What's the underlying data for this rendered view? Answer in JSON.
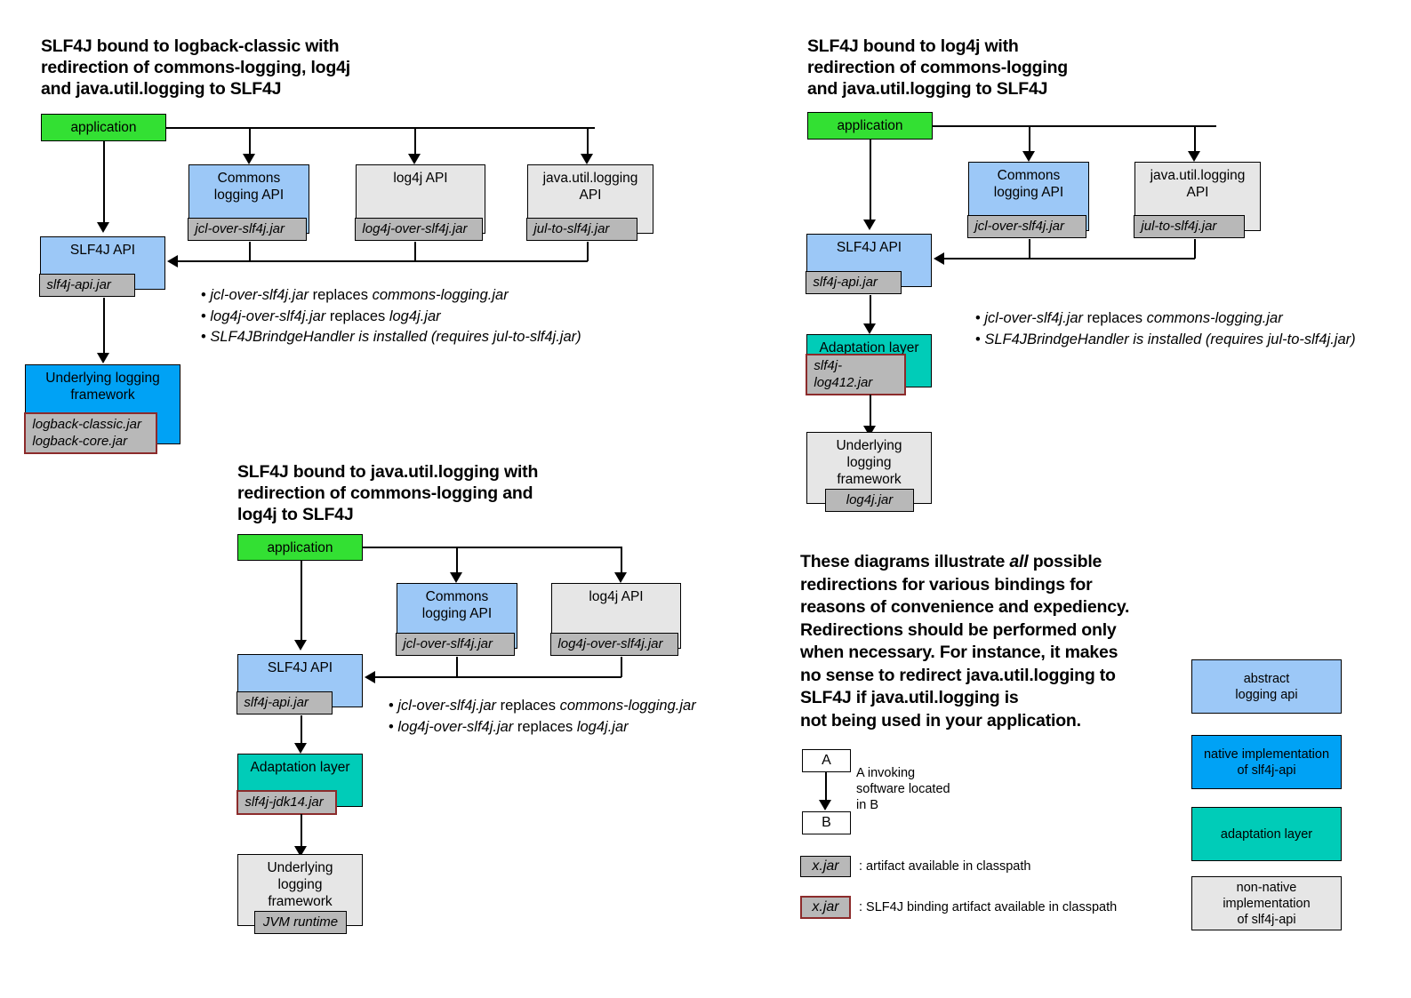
{
  "diagram1": {
    "title": "SLF4J bound to logback-classic with\nredirection of commons-logging, log4j\nand java.util.logging to SLF4J",
    "application": "application",
    "commons": {
      "label": "Commons\nlogging API",
      "jar": "jcl-over-slf4j.jar"
    },
    "log4j": {
      "label": "log4j API",
      "jar": "log4j-over-slf4j.jar"
    },
    "jul": {
      "label": "java.util.logging\nAPI",
      "jar": "jul-to-slf4j.jar"
    },
    "slf4j_api": {
      "label": "SLF4J API",
      "jar": "slf4j-api.jar"
    },
    "underlying": {
      "label": "Underlying logging\nframework",
      "jar": "logback-classic.jar\nlogback-core.jar"
    },
    "notes": [
      {
        "a": "jcl-over-slf4j.jar",
        "b": " replaces ",
        "c": "commons-logging.jar"
      },
      {
        "a": "log4j-over-slf4j.jar",
        "b": " replaces ",
        "c": "log4j.jar"
      },
      {
        "a": "SLF4JBrindgeHandler is installed (requires jul-to-slf4j.jar)",
        "b": "",
        "c": ""
      }
    ]
  },
  "diagram2": {
    "title": "SLF4J bound to log4j with\nredirection of commons-logging\nand java.util.logging to SLF4J",
    "application": "application",
    "commons": {
      "label": "Commons\nlogging API",
      "jar": "jcl-over-slf4j.jar"
    },
    "jul": {
      "label": "java.util.logging\nAPI",
      "jar": "jul-to-slf4j.jar"
    },
    "slf4j_api": {
      "label": "SLF4J API",
      "jar": "slf4j-api.jar"
    },
    "adaptation": {
      "label": "Adaptation layer",
      "jar": "slf4j-log412.jar"
    },
    "underlying": {
      "label": "Underlying\nlogging\nframework",
      "jar": "log4j.jar"
    },
    "notes": [
      {
        "a": "jcl-over-slf4j.jar",
        "b": " replaces ",
        "c": "commons-logging.jar"
      },
      {
        "a": "SLF4JBrindgeHandler is installed (requires jul-to-slf4j.jar)",
        "b": "",
        "c": ""
      }
    ]
  },
  "diagram3": {
    "title": "SLF4J bound to java.util.logging with\nredirection of commons-logging and\nlog4j to SLF4J",
    "application": "application",
    "commons": {
      "label": "Commons\nlogging API",
      "jar": "jcl-over-slf4j.jar"
    },
    "log4j": {
      "label": "log4j API",
      "jar": "log4j-over-slf4j.jar"
    },
    "slf4j_api": {
      "label": "SLF4J API",
      "jar": "slf4j-api.jar"
    },
    "adaptation": {
      "label": "Adaptation layer",
      "jar": "slf4j-jdk14.jar"
    },
    "underlying": {
      "label": "Underlying\nlogging\nframework",
      "jar": "JVM runtime"
    },
    "notes": [
      {
        "a": "jcl-over-slf4j.jar",
        "b": " replaces ",
        "c": "commons-logging.jar"
      },
      {
        "a": "log4j-over-slf4j.jar",
        "b": " replaces ",
        "c": "log4j.jar"
      }
    ]
  },
  "explanation": {
    "part1": "These diagrams illustrate ",
    "emphasis": "all",
    "part2": " possible\nredirections for various bindings for\nreasons of convenience and expediency.\nRedirections should be performed only\nwhen necessary. For instance, it makes\nno sense to redirect java.util.logging to\nSLF4J if java.util.logging is\nnot being used in your application."
  },
  "legend": {
    "box_a": "A",
    "box_b": "B",
    "arrow_caption": "A invoking\nsoftware located\nin B",
    "jar_plain": "x.jar",
    "jar_plain_caption": ": artifact available in classpath",
    "jar_binding": "x.jar",
    "jar_binding_caption": ": SLF4J binding artifact available in classpath",
    "swatches": [
      {
        "label": "abstract\nlogging api",
        "color": "#9cc8f7"
      },
      {
        "label": "native implementation\nof slf4j-api",
        "color": "#00a2f5"
      },
      {
        "label": "adaptation layer",
        "color": "#00ccb8"
      },
      {
        "label": "non-native implementation\nof slf4j-api",
        "color": "#e6e6e6"
      }
    ]
  },
  "colors": {
    "application_green": "#33e033",
    "abstract_blue": "#9cc8f7",
    "native_blue": "#00a2f5",
    "adaptation_teal": "#00ccb8",
    "nonnative_gray": "#e6e6e6",
    "jar_gray": "#b8b8b8",
    "binding_border": "#8c2b2b",
    "line": "#000000"
  }
}
